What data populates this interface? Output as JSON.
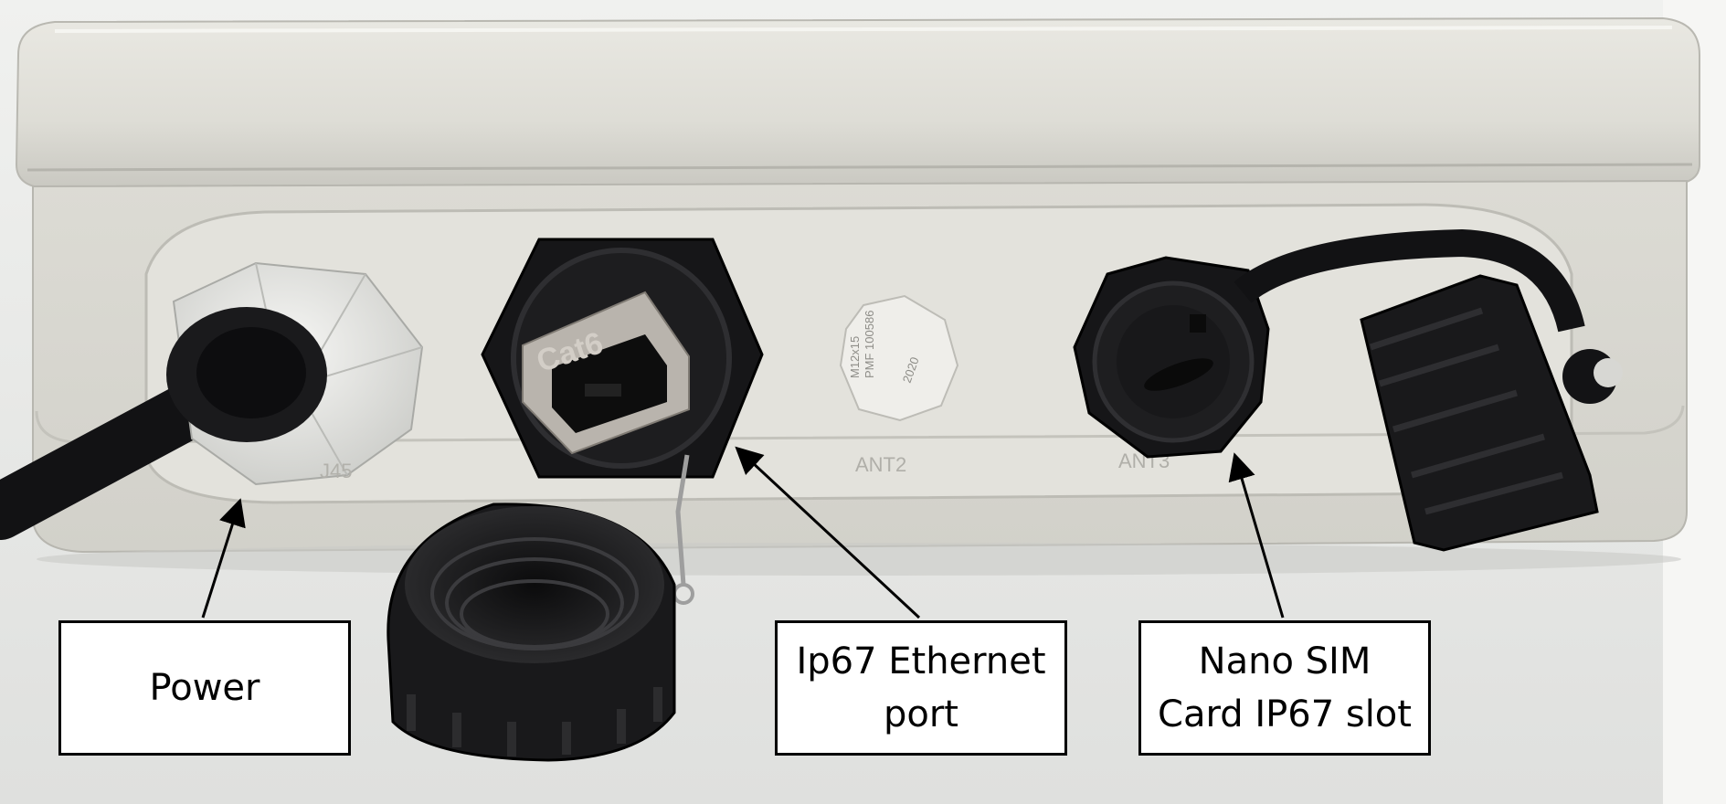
{
  "photo": {
    "device": "outdoor enclosure",
    "port_markings": {
      "rj45": "J45",
      "ant2": "ANT2",
      "ant3": "ANT3",
      "cat6_plate": "Cat6",
      "plug_text": [
        "M12x15",
        "PMF 100586",
        "2020"
      ]
    }
  },
  "callouts": [
    {
      "id": "power",
      "label": "Power"
    },
    {
      "id": "ethernet",
      "label": "Ip67 Ethernet\nport"
    },
    {
      "id": "sim",
      "label": "Nano SIM\nCard IP67 slot"
    }
  ],
  "colors": {
    "enclosure": "#dcdcd6",
    "rubber": "#1d1d1f",
    "label_border": "#000000",
    "label_bg": "#ffffff"
  }
}
